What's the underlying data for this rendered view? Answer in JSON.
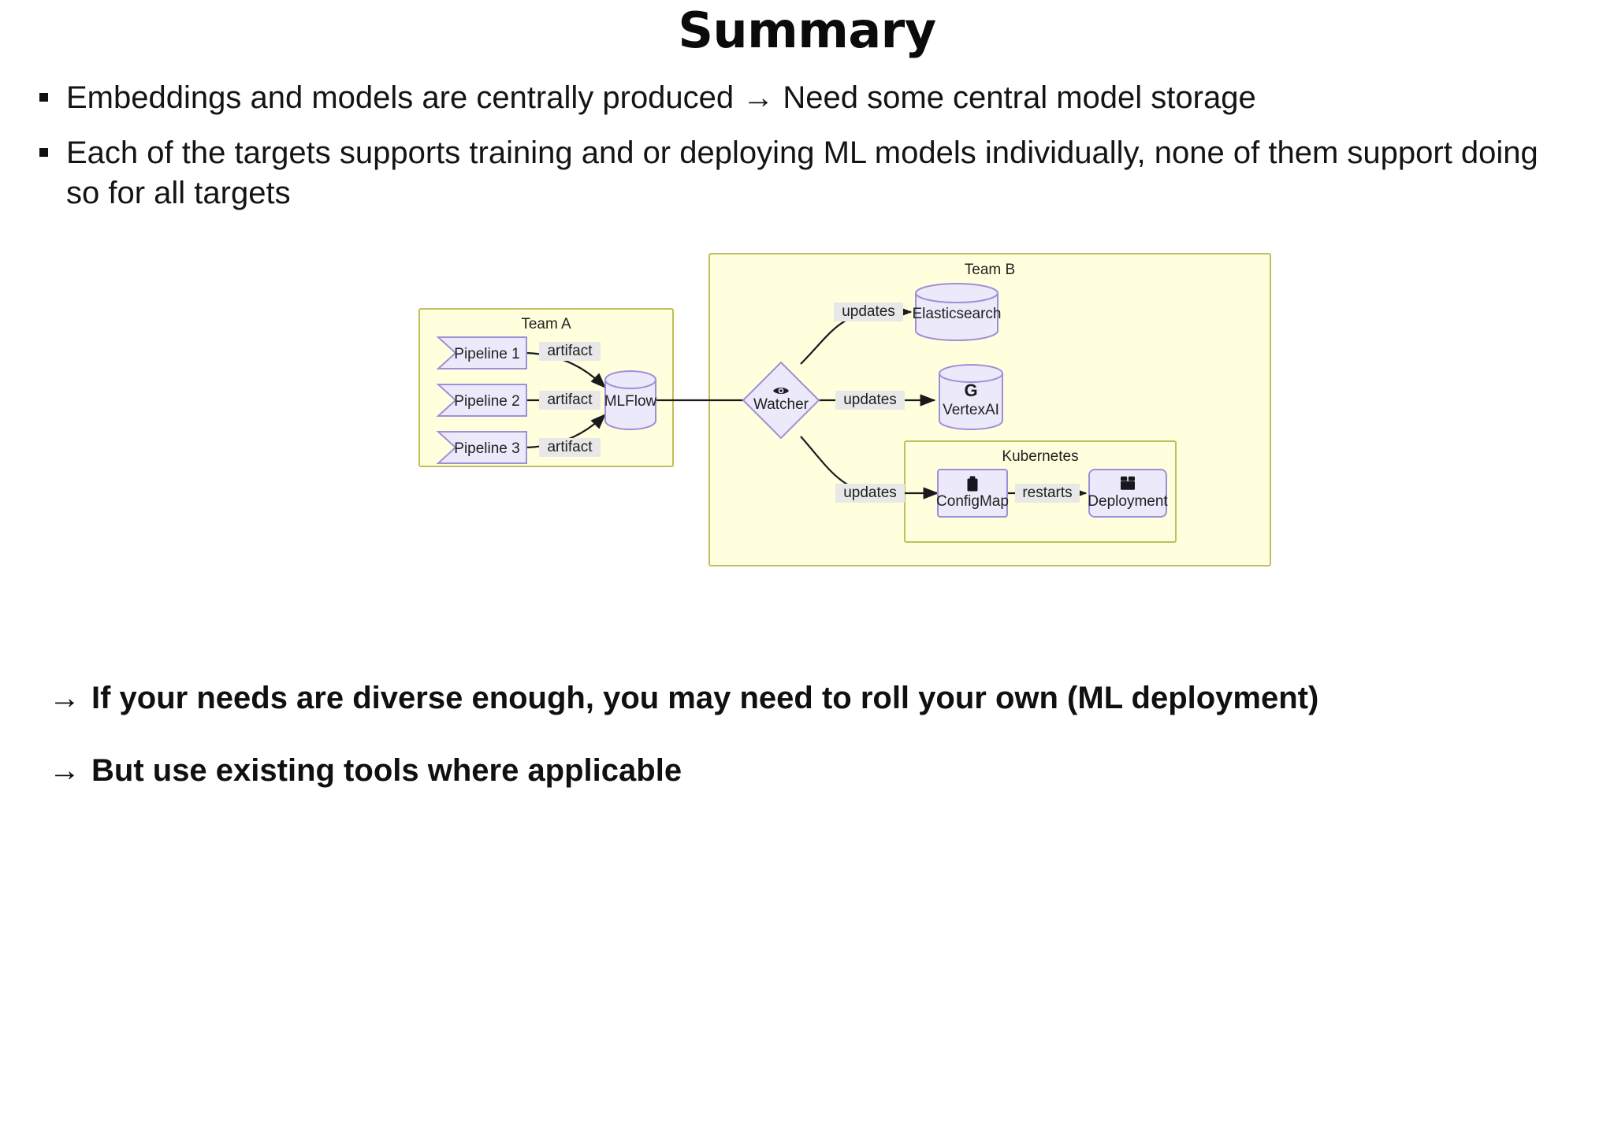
{
  "slide": {
    "title": "Summary"
  },
  "bullets": [
    {
      "marker": "square-bullet",
      "text": "Embeddings and models are centrally produced → Need some central model storage"
    },
    {
      "marker": "square-bullet",
      "text": "Each of the targets supports training and or deploying ML models individually, none of them support doing so for all targets"
    }
  ],
  "conclusions": [
    {
      "arrow": "→",
      "text": "If your needs are diverse enough, you may need to roll your own (ML deployment)"
    },
    {
      "arrow": "→",
      "text": "But use existing tools where applicable"
    }
  ],
  "diagram": {
    "type": "flowchart",
    "subgraphs": [
      {
        "id": "team-a",
        "label": "Team A"
      },
      {
        "id": "team-b",
        "label": "Team B"
      },
      {
        "id": "kubernetes",
        "label": "Kubernetes"
      }
    ],
    "nodes": [
      {
        "id": "pipeline-1",
        "label": "Pipeline 1",
        "shape": "subroutine-flag",
        "group": "team-a",
        "icon": null
      },
      {
        "id": "pipeline-2",
        "label": "Pipeline 2",
        "shape": "subroutine-flag",
        "group": "team-a",
        "icon": null
      },
      {
        "id": "pipeline-3",
        "label": "Pipeline 3",
        "shape": "subroutine-flag",
        "group": "team-a",
        "icon": null
      },
      {
        "id": "mlflow",
        "label": "MLFlow",
        "shape": "cylinder",
        "group": "team-a",
        "icon": null
      },
      {
        "id": "watcher",
        "label": "Watcher",
        "shape": "diamond",
        "group": "team-b",
        "icon": "eye-icon"
      },
      {
        "id": "elasticsearch",
        "label": "Elasticsearch",
        "shape": "cylinder",
        "group": "team-b",
        "icon": null
      },
      {
        "id": "vertexai",
        "label": "VertexAI",
        "shape": "cylinder",
        "group": "team-b",
        "icon": "google-g-icon"
      },
      {
        "id": "configmap",
        "label": "ConfigMap",
        "shape": "rounded-rect",
        "group": "kubernetes",
        "icon": "clipboard-icon"
      },
      {
        "id": "deployment",
        "label": "Deployment",
        "shape": "rounded-rect",
        "group": "kubernetes",
        "icon": "package-icon"
      }
    ],
    "edges": [
      {
        "from": "pipeline-1",
        "to": "mlflow",
        "label": "artifact"
      },
      {
        "from": "pipeline-2",
        "to": "mlflow",
        "label": "artifact"
      },
      {
        "from": "pipeline-3",
        "to": "mlflow",
        "label": "artifact"
      },
      {
        "from": "mlflow",
        "to": "watcher",
        "label": ""
      },
      {
        "from": "watcher",
        "to": "elasticsearch",
        "label": "updates"
      },
      {
        "from": "watcher",
        "to": "vertexai",
        "label": "updates"
      },
      {
        "from": "watcher",
        "to": "configmap",
        "label": "updates"
      },
      {
        "from": "configmap",
        "to": "deployment",
        "label": "restarts"
      }
    ],
    "colors": {
      "subgraph_fill": "#ffffde",
      "subgraph_stroke": "#bfbf5f",
      "node_fill": "#ece9fb",
      "node_stroke": "#9f8fd8",
      "edge_stroke": "#1a1a1a",
      "edge_label_bg": "#e8e8e8",
      "node_text": "#1f1f1f"
    }
  }
}
